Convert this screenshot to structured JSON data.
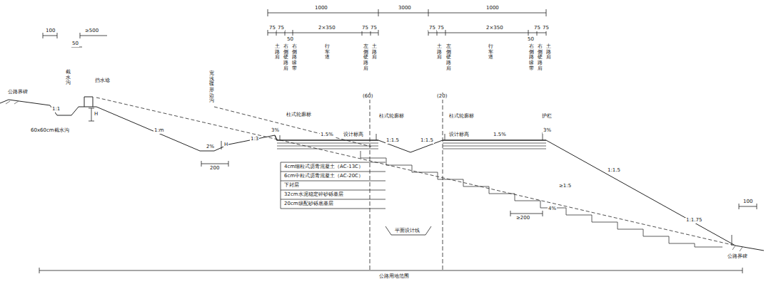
{
  "diagram": {
    "labels": [
      "1000",
      "3000",
      "1000",
      "75",
      "75",
      "50",
      "2×350",
      "75",
      "75",
      "75",
      "75",
      "2×350",
      "50",
      "75",
      "75",
      "土路肩",
      "右侧硬路肩",
      "右侧路缘带",
      "行车道",
      "左侧硬路肩",
      "土路肩",
      "土路肩",
      "左侧硬路肩",
      "行车道",
      "右侧路缘带",
      "右侧硬路肩",
      "土路肩",
      "100",
      "≥500",
      "50",
      "公路界碑",
      "截水沟",
      "挡水埝",
      "1:1",
      "H",
      "60x60cm截水沟",
      "1:m",
      "宽浅碟形边沟",
      "2%",
      "H",
      "200",
      "1:3",
      "3%",
      "柱式轮廓标",
      "1.5%",
      "设计标高",
      "(60)",
      "柱式轮廓标",
      "1:1.5",
      "1:1.5",
      "(20)",
      "柱式轮廓标",
      "设计标高",
      "1.5%",
      "护栏",
      "3%",
      "4cm细粒式沥青混凝土（AC-13C）",
      "6cm中粒式沥青混凝土（AC-20C）",
      "下封层",
      "32cm水泥稳定碎砂砾基层",
      "20cm级配砂砾底基层",
      "平面设计线",
      "1:1.5",
      "≥1:5",
      "≥200",
      "4%",
      "1:1.75",
      "100",
      "公路界碑",
      "公路用地范围"
    ]
  }
}
